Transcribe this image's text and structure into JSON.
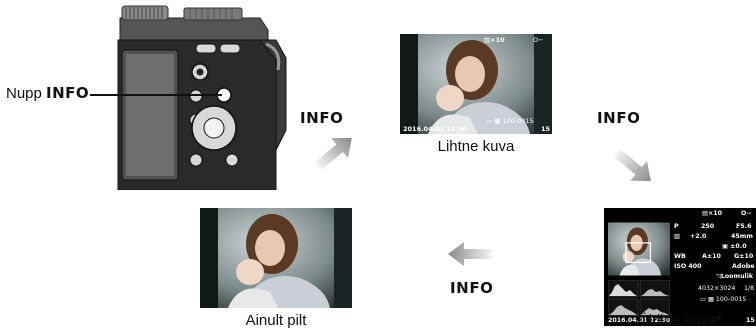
{
  "camera": {
    "button_label_prefix": "Nupp",
    "button_label_key": "INFO"
  },
  "arrows": {
    "to_simple": "INFO",
    "to_overall": "INFO",
    "to_image_only": "INFO"
  },
  "views": {
    "simple": {
      "caption": "Lihtne kuva",
      "overlay": {
        "print_count": "×10",
        "protect": "O−",
        "datetime": "2016.04.01 12:30",
        "file_number": "100-0015",
        "frame": "15"
      }
    },
    "overall": {
      "caption": "Üldine kuva*",
      "info": {
        "print_count": "×10",
        "protect": "O−",
        "shutter": "250",
        "aperture": "F5.6",
        "exposure_comp": "+2.0",
        "focal_length": "45mm",
        "flash_comp": "±0.0",
        "wb_label": "WB",
        "wb_a": "A±10",
        "wb_g": "G±10",
        "iso": "ISO 400",
        "color_space": "Adobe",
        "picture_mode": "Loomulik",
        "resolution": "4032×3024",
        "compression": "1/8",
        "file_number": "100-0015",
        "datetime": "2016.04.01 12:30",
        "frame": "15"
      }
    },
    "image_only": {
      "caption": "Ainult pilt"
    }
  },
  "colors": {
    "arrow_gradient_start": "#f2f2f2",
    "arrow_gradient_end": "#8a8a8a",
    "camera_body": "#1a1a1a"
  }
}
